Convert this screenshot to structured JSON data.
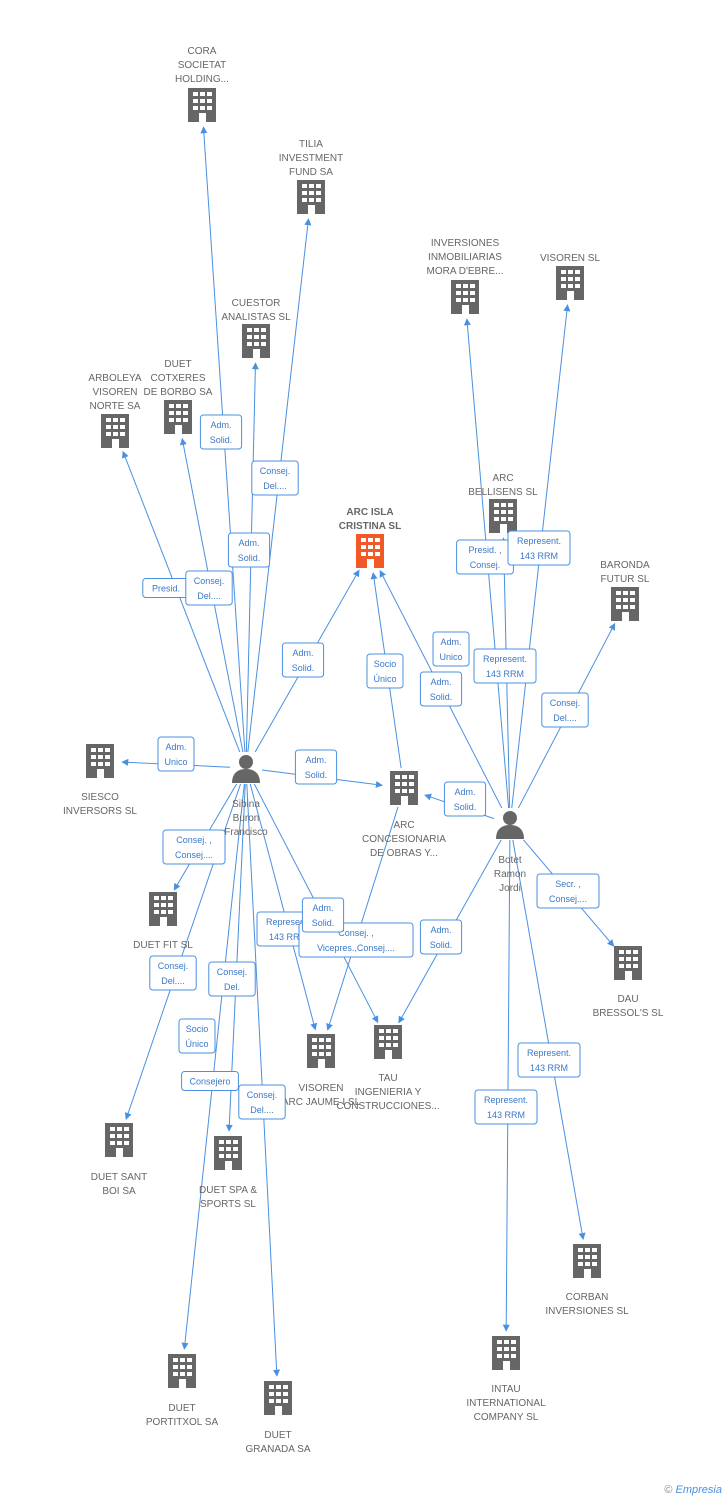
{
  "colors": {
    "edge": "#4a90e2",
    "company": "#666666",
    "focus": "#f05a28",
    "text": "#666666"
  },
  "focus": {
    "lines": [
      "ARC ISLA",
      "CRISTINA SL"
    ]
  },
  "companies": [
    {
      "id": "cora",
      "lines": [
        "CORA",
        "SOCIETAT",
        "HOLDING..."
      ]
    },
    {
      "id": "tilia",
      "lines": [
        "TILIA",
        "INVESTMENT",
        "FUND SA"
      ]
    },
    {
      "id": "cuestor",
      "lines": [
        "CUESTOR",
        "ANALISTAS SL"
      ]
    },
    {
      "id": "duet-cotxeres",
      "lines": [
        "DUET",
        "COTXERES",
        "DE BORBO SA"
      ]
    },
    {
      "id": "arboleya",
      "lines": [
        "ARBOLEYA",
        "VISOREN",
        "NORTE SA"
      ]
    },
    {
      "id": "inversiones-inmob",
      "lines": [
        "INVERSIONES",
        "INMOBILIARIAS",
        "MORA D'EBRE..."
      ]
    },
    {
      "id": "visoren-sl",
      "lines": [
        "VISOREN SL"
      ]
    },
    {
      "id": "arc-bellisens",
      "lines": [
        "ARC",
        "BELLISENS SL"
      ]
    },
    {
      "id": "baronda",
      "lines": [
        "BARONDA",
        "FUTUR SL"
      ]
    },
    {
      "id": "siesco",
      "lines": [
        "SIESCO",
        "INVERSORS SL"
      ]
    },
    {
      "id": "arc-concesionaria",
      "lines": [
        "ARC",
        "CONCESIONARIA",
        "DE OBRAS Y..."
      ]
    },
    {
      "id": "duet-fit",
      "lines": [
        "DUET FIT SL"
      ]
    },
    {
      "id": "dau-bressol",
      "lines": [
        "DAU",
        "BRESSOL'S SL"
      ]
    },
    {
      "id": "visoren-arc-jaume",
      "lines": [
        "VISOREN",
        "ARC JAUME I SL"
      ]
    },
    {
      "id": "tau",
      "lines": [
        "TAU",
        "INGENIERIA Y",
        "CONSTRUCCIONES..."
      ]
    },
    {
      "id": "duet-sant-boi",
      "lines": [
        "DUET SANT",
        "BOI SA"
      ]
    },
    {
      "id": "duet-spa",
      "lines": [
        "DUET SPA &",
        "SPORTS SL"
      ]
    },
    {
      "id": "corban",
      "lines": [
        "CORBAN",
        "INVERSIONES SL"
      ]
    },
    {
      "id": "intau",
      "lines": [
        "INTAU",
        "INTERNATIONAL",
        "COMPANY SL"
      ]
    },
    {
      "id": "duet-portitxol",
      "lines": [
        "DUET",
        "PORTITXOL SA"
      ]
    },
    {
      "id": "duet-granada",
      "lines": [
        "DUET",
        "GRANADA SA"
      ]
    }
  ],
  "people": [
    {
      "id": "sibina",
      "lines": [
        "Sibina",
        "Buron",
        "Francisco"
      ]
    },
    {
      "id": "botet",
      "lines": [
        "Botet",
        "Ramon",
        "Jordi"
      ]
    }
  ],
  "relations": [
    {
      "id": "r1",
      "lines": [
        "Adm.",
        "Solid."
      ]
    },
    {
      "id": "r2",
      "lines": [
        "Consej.",
        "Del...."
      ]
    },
    {
      "id": "r3",
      "lines": [
        "Adm.",
        "Solid."
      ]
    },
    {
      "id": "r4",
      "lines": [
        "Presid."
      ]
    },
    {
      "id": "r5",
      "lines": [
        "Consej.",
        "Del...."
      ]
    },
    {
      "id": "r6",
      "lines": [
        "Adm.",
        "Solid."
      ]
    },
    {
      "id": "r7",
      "lines": [
        "Adm.",
        "Unico"
      ]
    },
    {
      "id": "r8",
      "lines": [
        "Adm.",
        "Solid."
      ]
    },
    {
      "id": "r9",
      "lines": [
        "Socio",
        "Único"
      ]
    },
    {
      "id": "r10",
      "lines": [
        "Presid. ,",
        "Consej."
      ]
    },
    {
      "id": "r11",
      "lines": [
        "Represent.",
        "143 RRM"
      ]
    },
    {
      "id": "r12",
      "lines": [
        "Adm.",
        "Unico"
      ]
    },
    {
      "id": "r13",
      "lines": [
        "Represent.",
        "143 RRM"
      ]
    },
    {
      "id": "r14",
      "lines": [
        "Adm.",
        "Solid."
      ]
    },
    {
      "id": "r15",
      "lines": [
        "Consej.",
        "Del...."
      ]
    },
    {
      "id": "r16",
      "lines": [
        "Adm.",
        "Solid."
      ]
    },
    {
      "id": "r17",
      "lines": [
        "Consej. ,",
        "Consej...."
      ]
    },
    {
      "id": "r18",
      "lines": [
        "Secr. ,",
        "Consej...."
      ]
    },
    {
      "id": "r19",
      "lines": [
        "Adm.",
        "Solid."
      ]
    },
    {
      "id": "r20",
      "lines": [
        "Represent.",
        "143 RRM"
      ]
    },
    {
      "id": "r21",
      "lines": [
        "Consej. ,",
        "Vicepres.,Consej...."
      ]
    },
    {
      "id": "r22",
      "lines": [
        "Adm.",
        "Solid."
      ]
    },
    {
      "id": "r23",
      "lines": [
        "Consej.",
        "Del...."
      ]
    },
    {
      "id": "r24",
      "lines": [
        "Consej.",
        "Del."
      ]
    },
    {
      "id": "r25",
      "lines": [
        "Socio",
        "Único"
      ]
    },
    {
      "id": "r26",
      "lines": [
        "Consejero"
      ]
    },
    {
      "id": "r27",
      "lines": [
        "Consej.",
        "Del...."
      ]
    },
    {
      "id": "r28",
      "lines": [
        "Represent.",
        "143 RRM"
      ]
    },
    {
      "id": "r29",
      "lines": [
        "Represent.",
        "143 RRM"
      ]
    }
  ],
  "footer": {
    "copyright": "©",
    "brand": "Empresia"
  }
}
